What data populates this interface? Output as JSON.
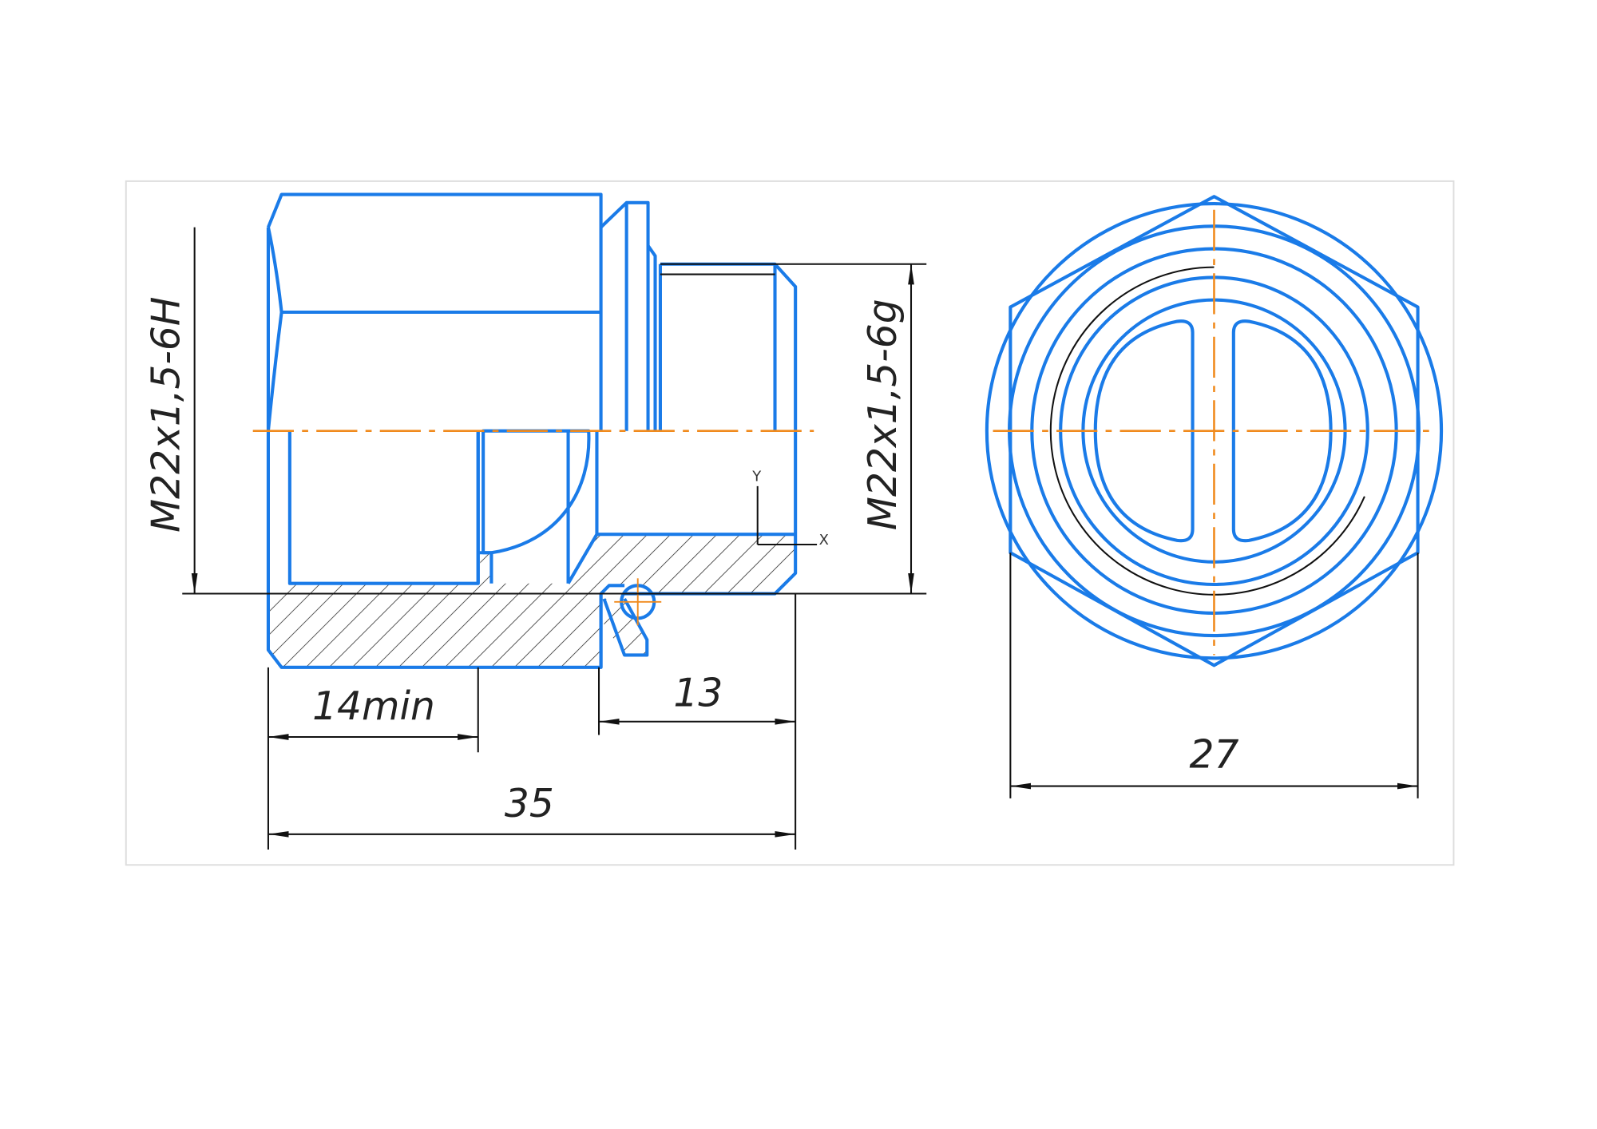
{
  "drawing": {
    "dimensions": {
      "internal_thread": "M22x1,5-6H",
      "external_thread": "M22x1,5-6g",
      "thread_depth": "14min",
      "spigot_length": "13",
      "overall_length": "35",
      "across_flats": "27"
    },
    "axes": {
      "x": "X",
      "y": "Y"
    },
    "colors": {
      "outline": "#1a7be8",
      "centerline": "#f08a1c",
      "dimension": "#111111"
    }
  }
}
